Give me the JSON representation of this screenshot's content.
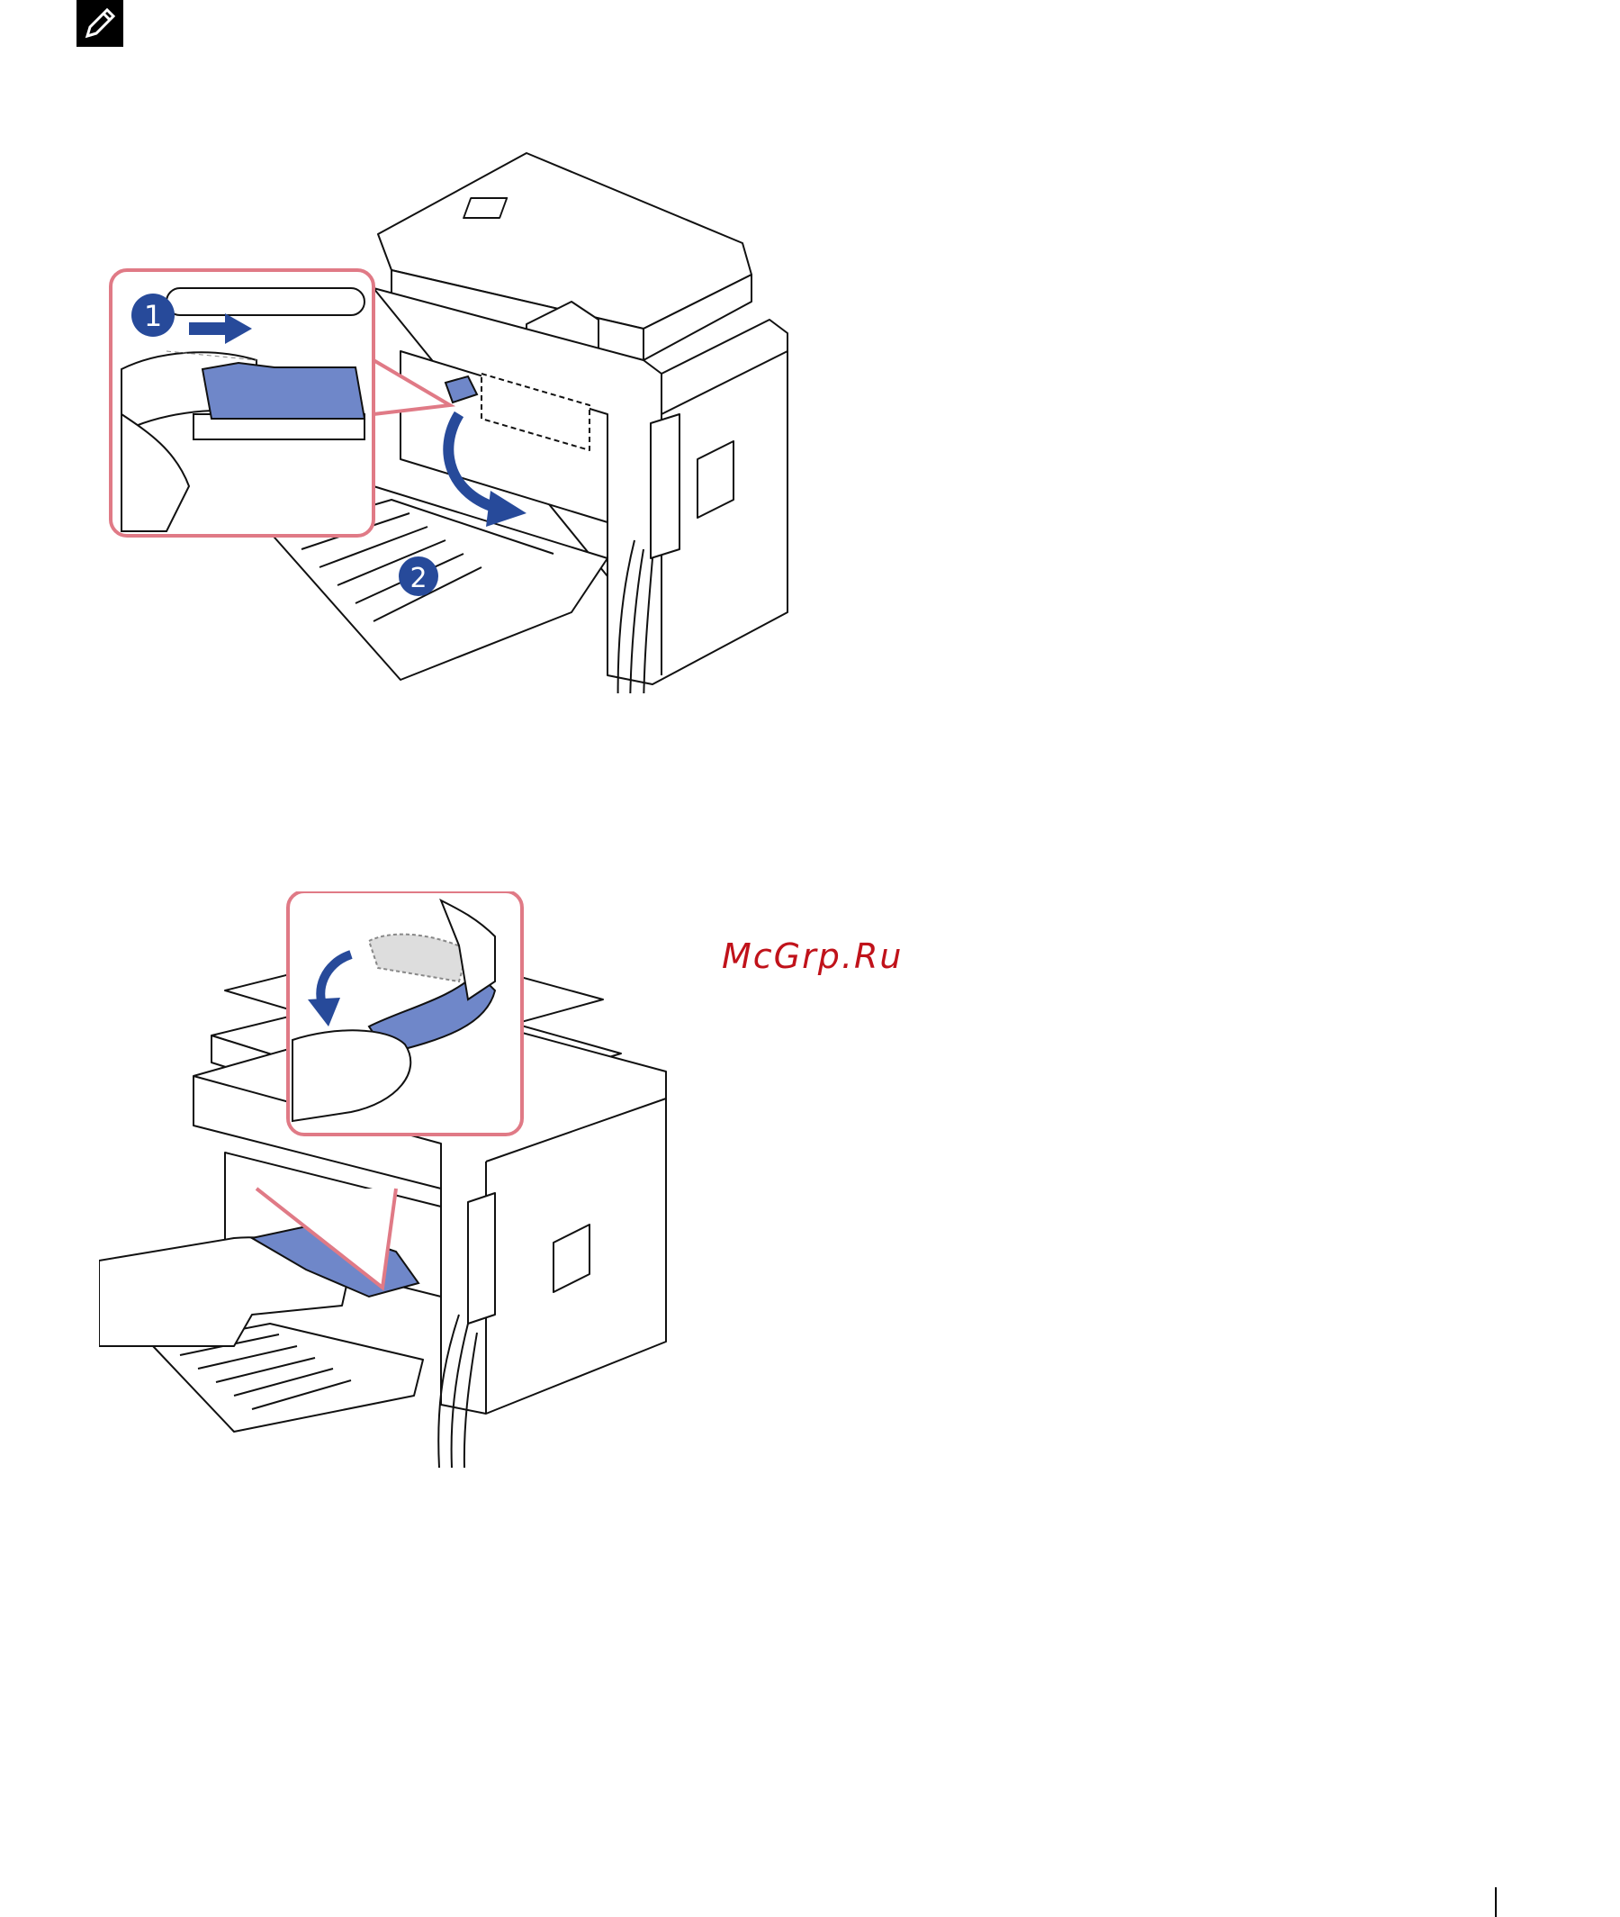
{
  "header": {
    "icon": "note-pencil-icon"
  },
  "figures": [
    {
      "name": "release-fuser-levers-illustration",
      "callout_steps": [
        "1",
        "2"
      ],
      "colors": {
        "callout_border": "#e07a86",
        "highlight": "#6f87c9",
        "step_badge": "#274a9a"
      }
    },
    {
      "name": "remove-jammed-paper-illustration",
      "colors": {
        "callout_border": "#e07a86",
        "highlight": "#6f87c9"
      }
    }
  ],
  "watermark": {
    "text": "McGrp.Ru",
    "color": "#c0121a"
  },
  "footer": {
    "rule": "page-number-rule"
  }
}
